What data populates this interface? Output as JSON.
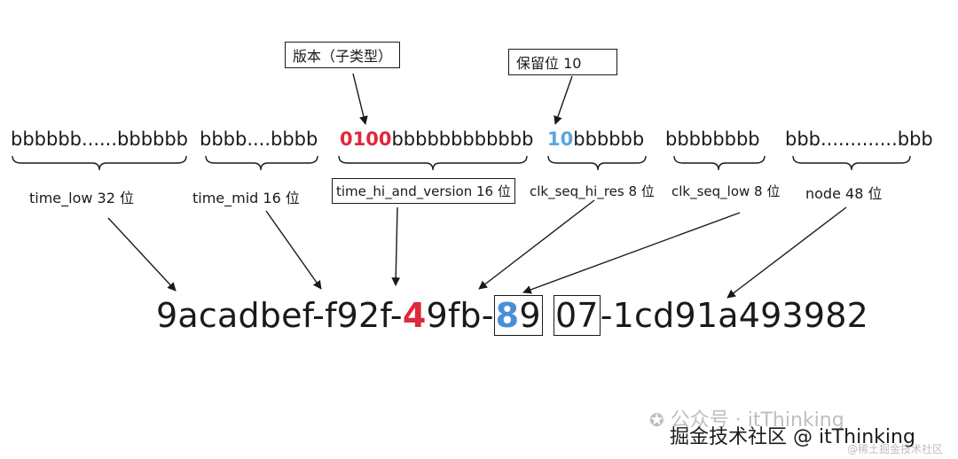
{
  "callouts": {
    "version_label": "版本（子类型）",
    "reserved_label": "保留位 10"
  },
  "bit_groups": [
    {
      "text": "bbbbbb......bbbbbb"
    },
    {
      "text": "bbbb....bbbb"
    },
    {
      "prefix": "0100",
      "text": "bbbbbbbbbbbb"
    },
    {
      "prefix": "10",
      "text": "bbbbbb"
    },
    {
      "text": "bbbbbbbb"
    },
    {
      "text": "bbb.............bbb"
    }
  ],
  "fields": [
    {
      "label": "time_low 32 位"
    },
    {
      "label": "time_mid 16 位"
    },
    {
      "label": "time_hi_and_version 16 位"
    },
    {
      "label": "clk_seq_hi_res 8 位"
    },
    {
      "label": "clk_seq_low  8 位"
    },
    {
      "label": "node 48 位"
    }
  ],
  "uuid": {
    "part1": "9acadbef-f92f-",
    "version_digit": "4",
    "part2": "9fb-",
    "variant_digit": "8",
    "part3": "9",
    "part4": "07",
    "part5": "-1cd91a493982"
  },
  "watermark": {
    "line1": "公众号 · itThinking",
    "line2": "掘金技术社区 @ itThinking",
    "line3": "@稀土掘金技术社区"
  },
  "colors": {
    "version": "#e0283c",
    "variant": "#4a8ed8"
  }
}
